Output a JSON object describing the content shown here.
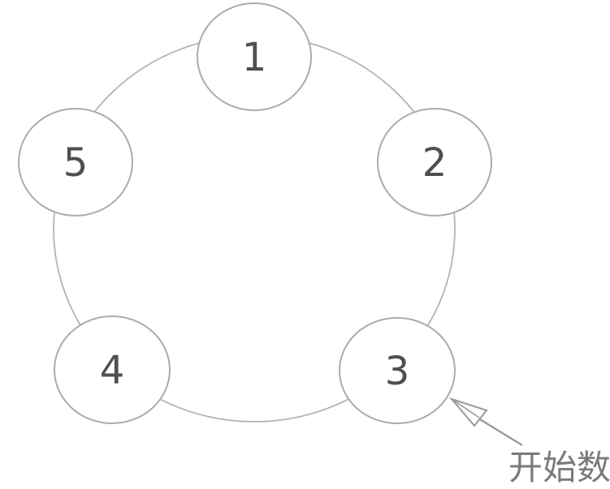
{
  "figure": {
    "type": "diagram",
    "description": "Five numbered circles arranged clockwise on a ring; an arrow marks circle 3 as the place to start counting",
    "nodes": [
      {
        "id": "node-1",
        "label": "1"
      },
      {
        "id": "node-2",
        "label": "2"
      },
      {
        "id": "node-3",
        "label": "3"
      },
      {
        "id": "node-4",
        "label": "4"
      },
      {
        "id": "node-5",
        "label": "5"
      }
    ],
    "annotation": {
      "label": "开始数",
      "points_to_node": "3"
    },
    "colors": {
      "background": "#ffffff",
      "ring_stroke": "#b4b4b4",
      "node_stroke": "#ababab",
      "node_fill": "#ffffff",
      "node_label": "#4f4f4f",
      "arrow": "#9a9a9a",
      "annotation_text": "#7b7b7b"
    }
  }
}
